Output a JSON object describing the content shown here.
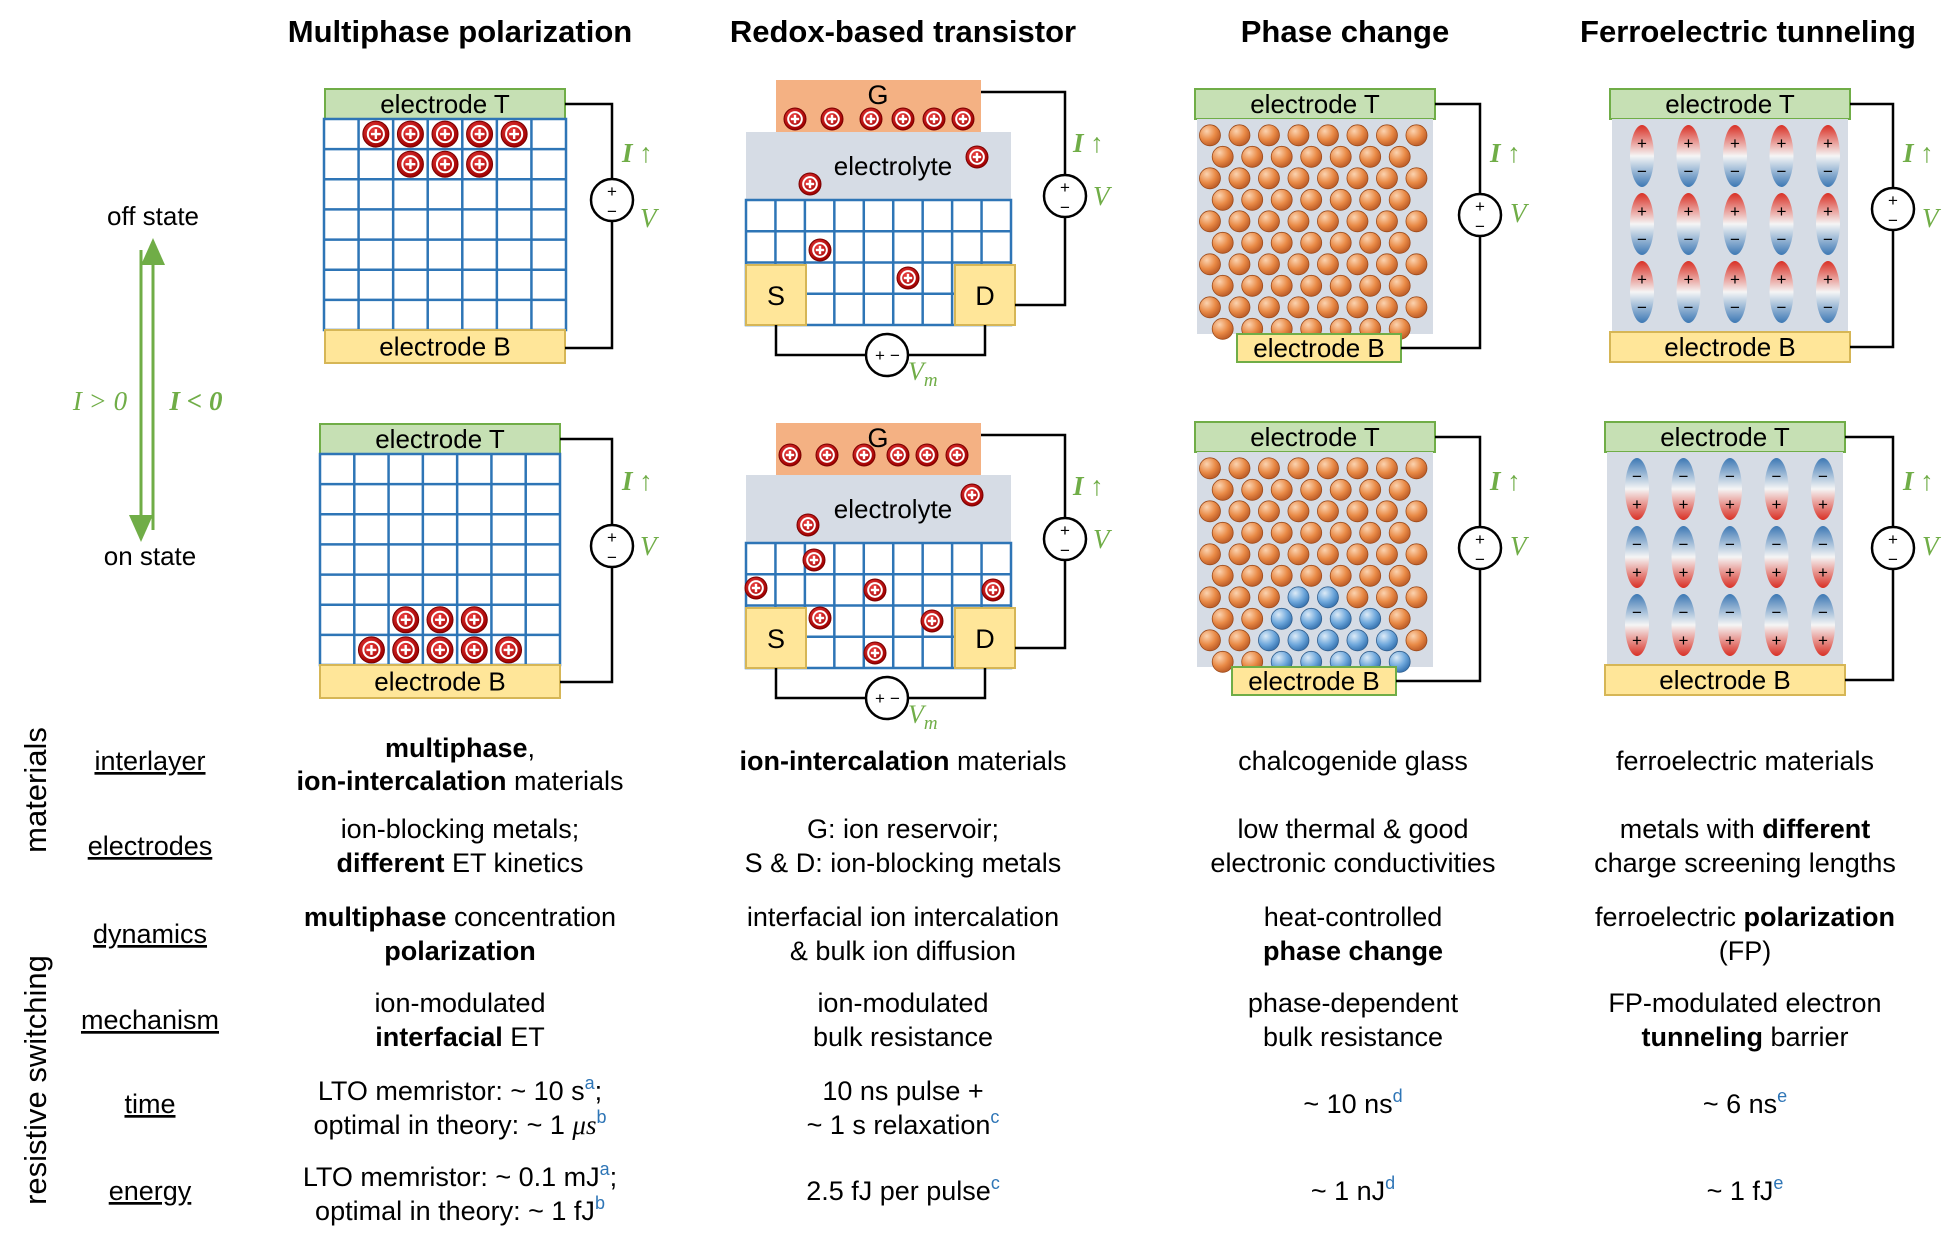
{
  "headers": [
    "Multiphase polarization",
    "Redox-based transistor",
    "Phase change",
    "Ferroelectric tunneling"
  ],
  "states": {
    "off": "off state",
    "on": "on state",
    "i_pos": "I > 0",
    "i_neg": "I < 0"
  },
  "labels": {
    "electrode_t": "electrode T",
    "electrode_b": "electrode B",
    "gate": "G",
    "electrolyte": "electrolyte",
    "source": "S",
    "drain": "D",
    "current": "I ↑",
    "voltage": "V",
    "vm_main": "V",
    "vm_sub": "m",
    "plus": "+",
    "minus": "−"
  },
  "group_labels": {
    "materials": "materials",
    "switching": "resistive switching"
  },
  "rows": [
    {
      "label": "interlayer",
      "cells": [
        [
          [
            {
              "t": "multiphase",
              "b": true
            },
            {
              "t": ",",
              "b": false
            }
          ],
          [
            {
              "t": "ion-intercalation",
              "b": true
            },
            {
              "t": " materials",
              "b": false
            }
          ]
        ],
        [
          [
            {
              "t": "ion-intercalation",
              "b": true
            },
            {
              "t": " materials",
              "b": false
            }
          ]
        ],
        [
          [
            {
              "t": "chalcogenide glass",
              "b": false
            }
          ]
        ],
        [
          [
            {
              "t": "ferroelectric materials",
              "b": false
            }
          ]
        ]
      ]
    },
    {
      "label": "electrodes",
      "cells": [
        [
          [
            {
              "t": "ion-blocking metals;",
              "b": false
            }
          ],
          [
            {
              "t": "different",
              "b": true
            },
            {
              "t": " ET kinetics",
              "b": false
            }
          ]
        ],
        [
          [
            {
              "t": "G: ion reservoir;",
              "b": false
            }
          ],
          [
            {
              "t": "S & D: ion-blocking metals",
              "b": false
            }
          ]
        ],
        [
          [
            {
              "t": "low thermal & good",
              "b": false
            }
          ],
          [
            {
              "t": "electronic conductivities",
              "b": false
            }
          ]
        ],
        [
          [
            {
              "t": "metals with ",
              "b": false
            },
            {
              "t": "different",
              "b": true
            }
          ],
          [
            {
              "t": "charge screening lengths",
              "b": false
            }
          ]
        ]
      ]
    },
    {
      "label": "dynamics",
      "cells": [
        [
          [
            {
              "t": "multiphase",
              "b": true
            },
            {
              "t": " concentration",
              "b": false
            }
          ],
          [
            {
              "t": "polarization",
              "b": true
            }
          ]
        ],
        [
          [
            {
              "t": "interfacial ion intercalation",
              "b": false
            }
          ],
          [
            {
              "t": "& bulk ion diffusion",
              "b": false
            }
          ]
        ],
        [
          [
            {
              "t": "heat-controlled",
              "b": false
            }
          ],
          [
            {
              "t": "phase change",
              "b": true
            }
          ]
        ],
        [
          [
            {
              "t": "ferroelectric ",
              "b": false
            },
            {
              "t": "polarization",
              "b": true
            }
          ],
          [
            {
              "t": "(FP)",
              "b": false
            }
          ]
        ]
      ]
    },
    {
      "label": "mechanism",
      "cells": [
        [
          [
            {
              "t": "ion-modulated",
              "b": false
            }
          ],
          [
            {
              "t": "interfacial",
              "b": true
            },
            {
              "t": " ET",
              "b": false
            }
          ]
        ],
        [
          [
            {
              "t": "ion-modulated",
              "b": false
            }
          ],
          [
            {
              "t": "bulk resistance",
              "b": false
            }
          ]
        ],
        [
          [
            {
              "t": "phase-dependent",
              "b": false
            }
          ],
          [
            {
              "t": "bulk resistance",
              "b": false
            }
          ]
        ],
        [
          [
            {
              "t": "FP-modulated electron",
              "b": false
            }
          ],
          [
            {
              "t": "tunneling",
              "b": true
            },
            {
              "t": " barrier",
              "b": false
            }
          ]
        ]
      ]
    },
    {
      "label": "time",
      "cells": [
        [
          [
            {
              "t": "LTO memristor:  ~ 10 s",
              "b": false
            },
            {
              "t": "a",
              "sup": true
            },
            {
              "t": ";",
              "b": false
            }
          ],
          [
            {
              "t": "optimal in theory: ~ 1 ",
              "b": false
            },
            {
              "t": "μs",
              "i": true
            },
            {
              "t": "b",
              "sup": true
            }
          ]
        ],
        [
          [
            {
              "t": "10 ns pulse +",
              "b": false
            }
          ],
          [
            {
              "t": "~ 1 s relaxation",
              "b": false
            },
            {
              "t": "c",
              "sup": true
            }
          ]
        ],
        [
          [
            {
              "t": "~ 10 ns",
              "b": false
            },
            {
              "t": "d",
              "sup": true
            }
          ]
        ],
        [
          [
            {
              "t": "~ 6 ns",
              "b": false
            },
            {
              "t": "e",
              "sup": true
            }
          ]
        ]
      ]
    },
    {
      "label": "energy",
      "cells": [
        [
          [
            {
              "t": "LTO memristor: ~ 0.1 mJ",
              "b": false
            },
            {
              "t": "a",
              "sup": true
            },
            {
              "t": ";",
              "b": false
            }
          ],
          [
            {
              "t": "optimal in theory: ~ 1 fJ",
              "b": false
            },
            {
              "t": "b",
              "sup": true
            }
          ]
        ],
        [
          [
            {
              "t": "2.5 fJ per pulse",
              "b": false
            },
            {
              "t": "c",
              "sup": true
            }
          ]
        ],
        [
          [
            {
              "t": "~ 1 nJ",
              "b": false
            },
            {
              "t": "d",
              "sup": true
            }
          ]
        ],
        [
          [
            {
              "t": "~ 1 fJ",
              "b": false
            },
            {
              "t": "e",
              "sup": true
            }
          ]
        ]
      ]
    }
  ],
  "colors": {
    "electrode_t": "#C6E0B4",
    "electrode_b": "#FFE699",
    "grid": "#2E75B6",
    "gate": "#F4B183",
    "electrolyte": "#D6DCE5",
    "ion": "#C00000",
    "green": "#70AD47",
    "sup": "#2E75B6",
    "atom_orange": "#E07B39",
    "atom_blue": "#5B9BD5",
    "panel_bg": "#D6DCE5"
  }
}
